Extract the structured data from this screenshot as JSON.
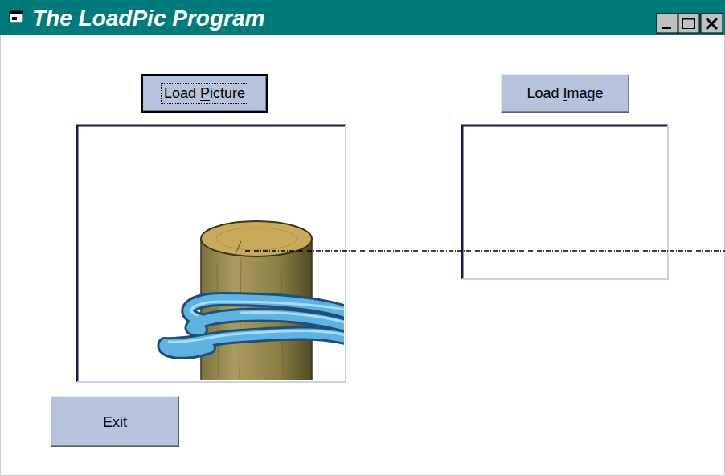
{
  "diagram": {
    "title": "The LoadPic Program",
    "nodes": [
      {
        "text": [
          "Load Picture"
        ]
      },
      {
        "text": [
          "Load Image"
        ]
      },
      {
        "text": [
          "Exit"
        ]
      }
    ]
  }
}
